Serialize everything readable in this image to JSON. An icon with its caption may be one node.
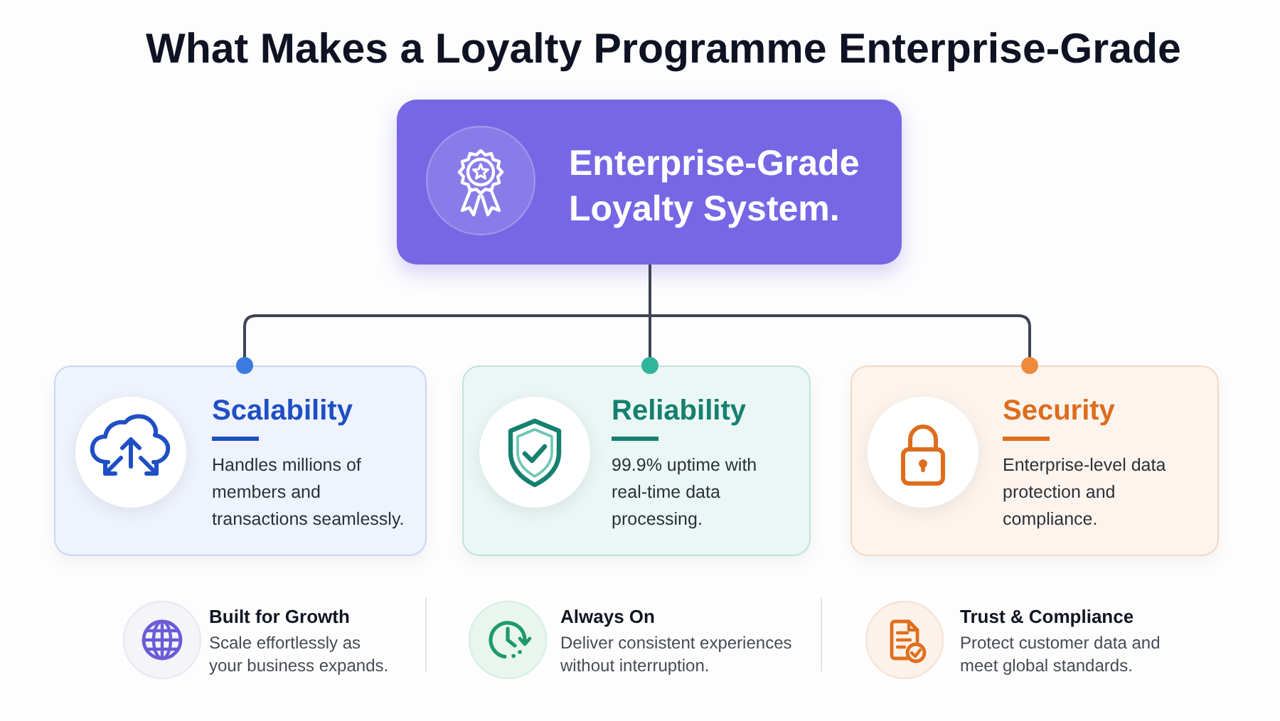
{
  "diagram": {
    "title": "What Makes a Loyalty Programme Enterprise-Grade",
    "nodes": [
      {
        "text": [
          "Enterprise-Grade Loyalty System."
        ]
      },
      {
        "text": [
          "Scalability",
          "Handles millions of members and transactions seamlessly."
        ]
      },
      {
        "text": [
          "Reliability",
          "99.9% uptime with real-time data processing."
        ]
      },
      {
        "text": [
          "Security",
          "Enterprise-level data protection and compliance."
        ]
      }
    ],
    "edges": [
      {
        "from": 0,
        "to": 1,
        "arrow": "other"
      },
      {
        "from": 0,
        "to": 2,
        "arrow": "other"
      },
      {
        "from": 0,
        "to": 3,
        "arrow": "other"
      }
    ],
    "labels": [
      "Built for Growth",
      "Scale effortlessly as your business expands.",
      "Always On",
      "Deliver consistent experiences without interruption.",
      "Trust & Compliance",
      "Protect customer data and meet global standards."
    ]
  }
}
